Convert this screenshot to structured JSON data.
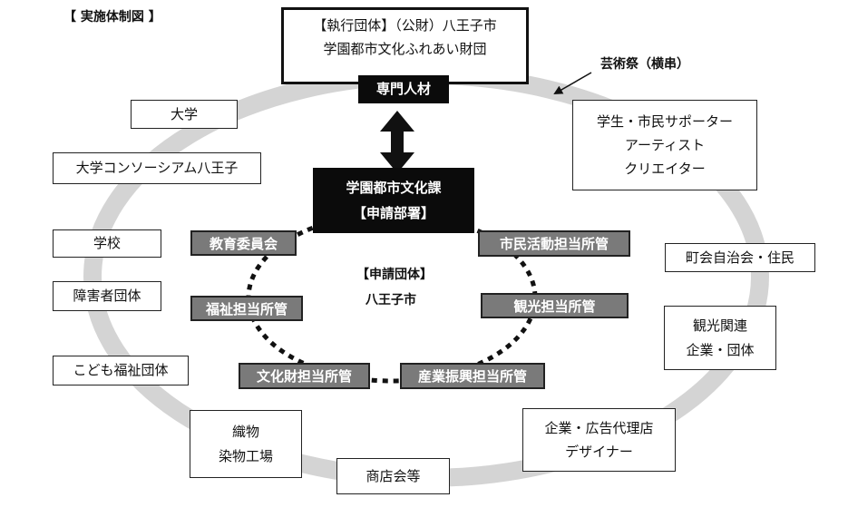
{
  "title": "【 実施体制図 】",
  "executing_body": {
    "line1": "【執行団体】（公財）八王子市",
    "line2": "学園都市文化ふれあい財団",
    "staff_label": "専門人材"
  },
  "festival_label": "芸術祭（横串）",
  "city_department": {
    "line1": "学園都市文化課",
    "line2": "【申請部署】"
  },
  "applicant": {
    "label": "【申請団体】",
    "name": "八王子市"
  },
  "departments": {
    "education": "教育委員会",
    "welfare": "福祉担当所管",
    "cultural_property": "文化財担当所管",
    "industry": "産業振興担当所管",
    "tourism": "観光担当所管",
    "citizen": "市民活動担当所管"
  },
  "partners": {
    "university": "大学",
    "consortium": "大学コンソーシアム八王子",
    "school": "学校",
    "disability": "障害者団体",
    "children_welfare": "こども福祉団体",
    "textiles_line1": "織物",
    "textiles_line2": "染物工場",
    "shopping": "商店会等",
    "ad_line1": "企業・広告代理店",
    "ad_line2": "デザイナー",
    "tourism_line1": "観光関連",
    "tourism_line2": "企業・団体",
    "residents": "町会自治会・住民",
    "supporters_line1": "学生・市民サポーター",
    "supporters_line2": "アーティスト",
    "supporters_line3": "クリエイター"
  },
  "colors": {
    "ring": "#d4d4d4",
    "department_fill": "#7a7a7a",
    "black_fill": "#0b0b0b",
    "dotted_ring": "#111111"
  }
}
